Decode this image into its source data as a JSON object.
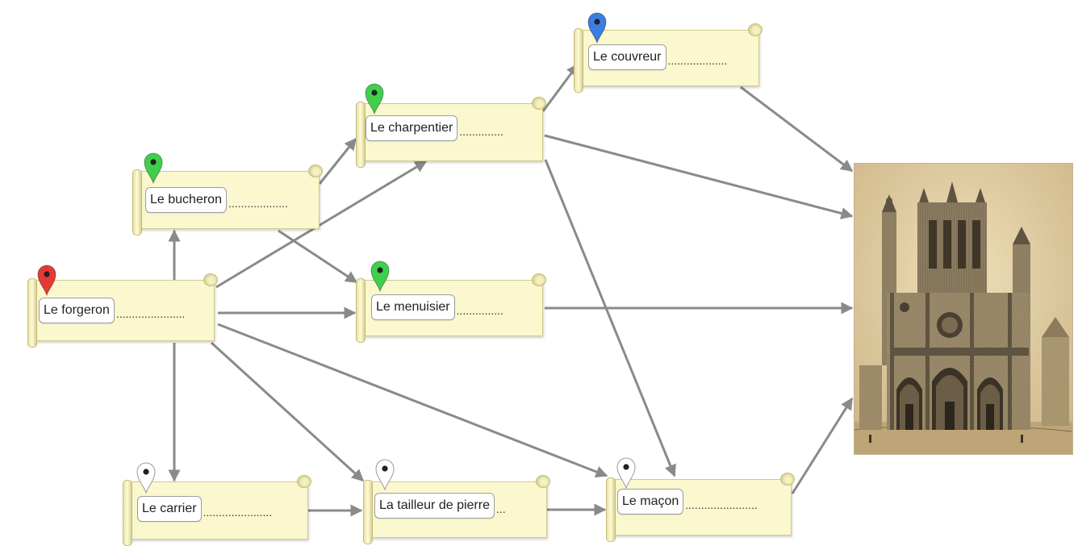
{
  "diagram": {
    "nodes": [
      {
        "id": "forgeron",
        "label": "Le forgeron",
        "fill": "......................",
        "marker_color": "#e53935"
      },
      {
        "id": "bucheron",
        "label": "Le bucheron",
        "fill": "...................",
        "marker_color": "#3fd04b"
      },
      {
        "id": "charpentier",
        "label": "Le charpentier",
        "fill": "..............",
        "marker_color": "#3fd04b"
      },
      {
        "id": "menuisier",
        "label": "Le menuisier",
        "fill": "...............",
        "marker_color": "#3fd04b"
      },
      {
        "id": "couvreur",
        "label": "Le couvreur",
        "fill": "...................",
        "marker_color": "#3b7de0"
      },
      {
        "id": "carrier",
        "label": "Le carrier",
        "fill": "......................",
        "marker_color": "#ffffff"
      },
      {
        "id": "tailleur",
        "label": "La tailleur de pierre",
        "fill": "...",
        "marker_color": "#ffffff"
      },
      {
        "id": "macon",
        "label": "Le maçon",
        "fill": ".......................",
        "marker_color": "#ffffff"
      }
    ],
    "edges": [
      {
        "from": "forgeron",
        "to": "bucheron"
      },
      {
        "from": "forgeron",
        "to": "charpentier"
      },
      {
        "from": "forgeron",
        "to": "menuisier"
      },
      {
        "from": "forgeron",
        "to": "carrier"
      },
      {
        "from": "forgeron",
        "to": "tailleur"
      },
      {
        "from": "forgeron",
        "to": "macon"
      },
      {
        "from": "bucheron",
        "to": "charpentier"
      },
      {
        "from": "bucheron",
        "to": "menuisier"
      },
      {
        "from": "charpentier",
        "to": "couvreur"
      },
      {
        "from": "charpentier",
        "to": "cathedral"
      },
      {
        "from": "charpentier",
        "to": "macon"
      },
      {
        "from": "couvreur",
        "to": "cathedral"
      },
      {
        "from": "menuisier",
        "to": "cathedral"
      },
      {
        "from": "carrier",
        "to": "tailleur"
      },
      {
        "from": "tailleur",
        "to": "macon"
      },
      {
        "from": "macon",
        "to": "cathedral"
      }
    ],
    "edge_color": "#8a8a8a",
    "image": {
      "name": "cathedral-engraving",
      "palette": {
        "paper": "#e6d2a8",
        "ink": "#4a4032"
      }
    }
  }
}
